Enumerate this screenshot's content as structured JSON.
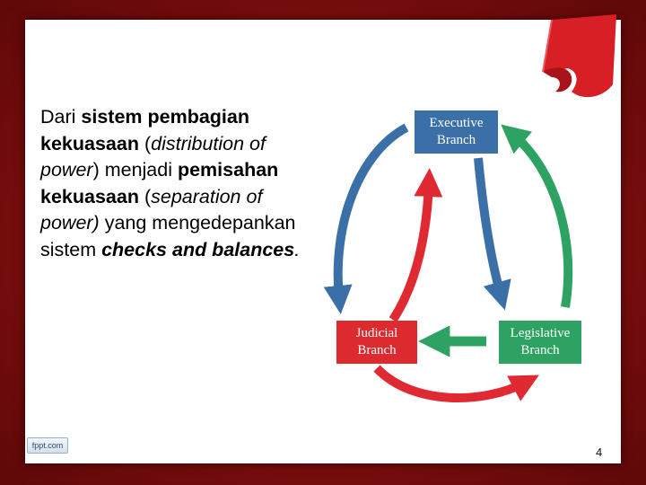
{
  "slide": {
    "text_runs": [
      "Dari ",
      "sistem pembagian kekuasaan",
      " (",
      "distribution of power",
      ") menjadi ",
      "pemisahan kekuasaan",
      " (",
      "separation of power)",
      " yang mengedepankan sistem ",
      "checks and balances",
      "."
    ],
    "page_number": "4",
    "logo_text": "fppt.com"
  },
  "diagram": {
    "executive": {
      "line1": "Executive",
      "line2": "Branch",
      "color": "#3a6fa8"
    },
    "judicial": {
      "line1": "Judicial",
      "line2": "Branch",
      "color": "#dc2a2f"
    },
    "legislative": {
      "line1": "Legislative",
      "line2": "Branch",
      "color": "#2ea263"
    },
    "arrow_colors": {
      "blue": "#3a6fa8",
      "red": "#e02a31",
      "green": "#2ea263"
    }
  },
  "theme": {
    "frame": "#8b1414",
    "curl": "#d81f26"
  }
}
